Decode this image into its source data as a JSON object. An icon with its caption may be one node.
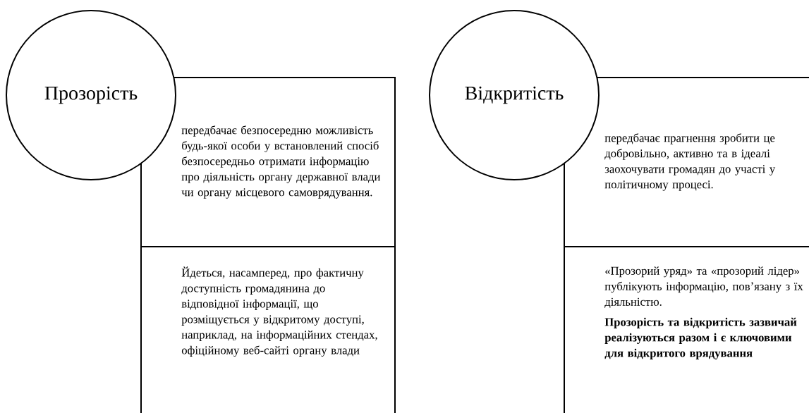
{
  "diagram": {
    "nodes": [
      {
        "text": [
          "Прозорість"
        ]
      },
      {
        "text": [
          "передбачає безпосередню можливість будь-якої особи у встановлений спосіб безпосередньо отримати інформацію про діяльність органу державної влади чи органу місцевого самоврядування."
        ]
      },
      {
        "text": [
          "Йдеться, насамперед, про фактичну доступність громадянина до відповідної інформації, що розміщується у відкритому доступі, наприклад, на інформаційних стендах, офіційному веб-сайті органу влади"
        ]
      },
      {
        "text": [
          "Відкритість"
        ]
      },
      {
        "text": [
          "передбачає прагнення зробити це добровільно, активно та в ідеалі заохочувати громадян до участі у політичному процесі."
        ]
      },
      {
        "text": [
          "«Прозорий уряд» та «прозорий лідер» публікують інформацію, пов’язану з їх діяльністю.",
          "Прозорість та відкритість зазвичай реалізуються разом і є ключовими для відкритого врядування"
        ]
      }
    ]
  }
}
